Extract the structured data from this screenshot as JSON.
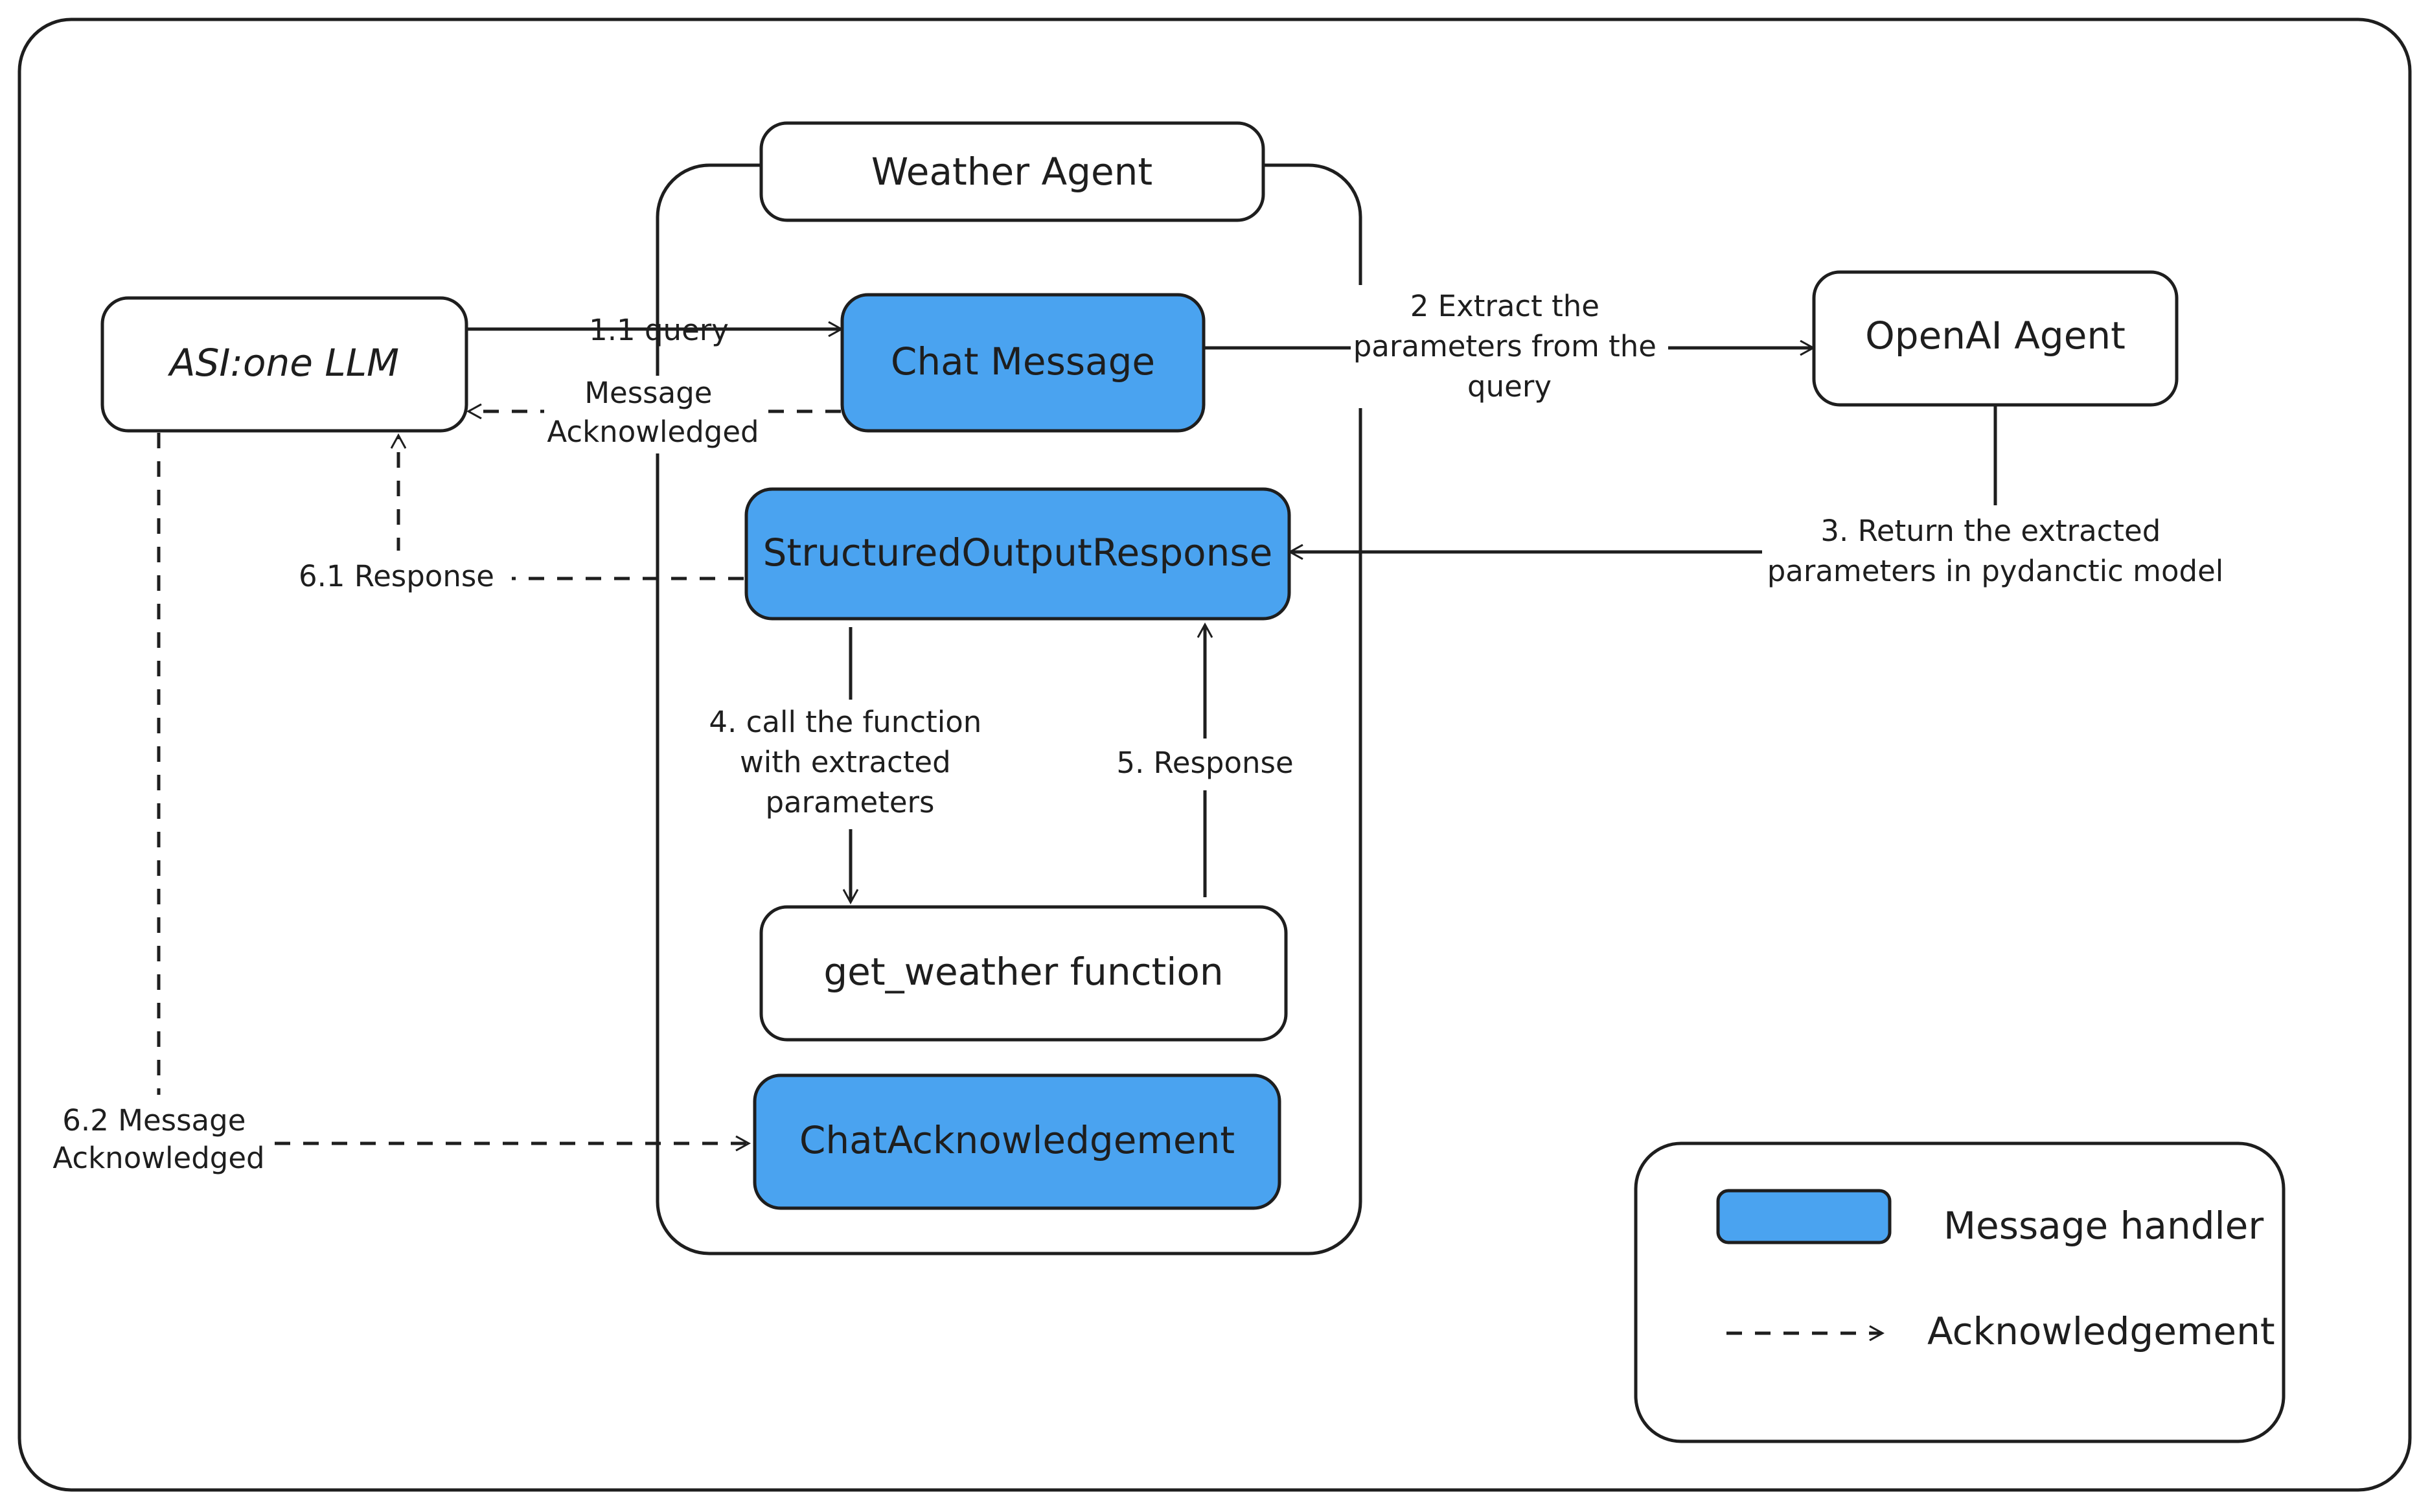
{
  "colors": {
    "handler_fill": "#4aa3f0",
    "stroke": "#1e1e1e",
    "background": "#ffffff"
  },
  "nodes": {
    "weather_agent": "Weather Agent",
    "asi_one": "ASI:one LLM",
    "chat_message": "Chat Message",
    "openai_agent": "OpenAI Agent",
    "structured_output": "StructuredOutputResponse",
    "get_weather": "get_weather function",
    "chat_ack": "ChatAcknowledgement"
  },
  "edges": {
    "e1_1": "1.1 query",
    "msg_ack": [
      "Message",
      "Acknowledged"
    ],
    "e2": [
      "2 Extract the",
      "parameters from the",
      "query"
    ],
    "e3": [
      "3. Return the extracted",
      "parameters in pydanctic model"
    ],
    "e4": [
      "4. call the function",
      "with extracted",
      "parameters"
    ],
    "e5": "5. Response",
    "e6_1": "6.1 Response",
    "e6_2": [
      "6.2 Message",
      "Acknowledged"
    ]
  },
  "legend": {
    "handler": "Message handler",
    "ack": "Acknowledgement"
  }
}
